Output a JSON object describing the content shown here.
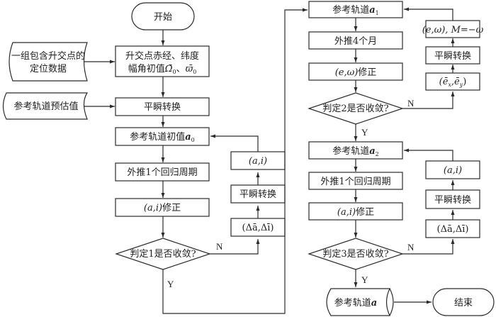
{
  "diagram": {
    "start": "开始",
    "end": "结束",
    "inputs": {
      "locating_data_line1": "一组包含升交点的",
      "locating_data_line2": "定位数据",
      "estimate": "参考轨道预估值"
    },
    "left_column": {
      "init_line1": "升交点赤经、纬度",
      "init_line2_prefix": "幅角初值",
      "init_omega_big": "Ω̄",
      "init_sep": "、",
      "init_omega_small": "ϖ̄",
      "init_sub": "0",
      "mean_osc_1": "平瞬转换",
      "ref_init_prefix": "参考轨道初值",
      "ref_init_var": "a",
      "ref_init_sub": "0",
      "extrapolate": "外推1个回归周期",
      "correct_prefix": "(a,i)",
      "correct_suffix": "修正",
      "decision": "判定1是否收敛?",
      "yes": "Y",
      "no": "N"
    },
    "left_loop": {
      "delta": "(Δā,Δī)",
      "mean_osc": "平瞬转换",
      "ai": "(a,i)"
    },
    "right_column": {
      "ref1_prefix": "参考轨道",
      "ref1_var": "a",
      "ref1_sub": "1",
      "extrapolate": "外推4个月",
      "correct_prefix": "(e,ω)",
      "correct_suffix": "修正",
      "decision2": "判定2是否收敛?",
      "yes2": "Y",
      "no2": "N",
      "ref2_prefix": "参考轨道",
      "ref2_var": "a",
      "ref2_sub": "2",
      "extrapolate2": "外推1个回归周期",
      "correct2_prefix": "(a,i)",
      "correct2_suffix": "修正",
      "decision3": "判定3是否收敛?",
      "yes3": "Y",
      "no3": "N",
      "final_prefix": "参考轨道",
      "final_var": "a"
    },
    "right_loop1": {
      "ex_ey": "(ē",
      "ex_sub": "x",
      "ey_mid": ",ē",
      "ey_sub": "y",
      "ey_close": ")",
      "mean_osc": "平瞬转换",
      "ew": "(e,ω), M=−ω"
    },
    "right_loop2": {
      "delta": "(Δā,Δī)",
      "mean_osc": "平瞬转换",
      "ai": "(a,i)"
    }
  }
}
